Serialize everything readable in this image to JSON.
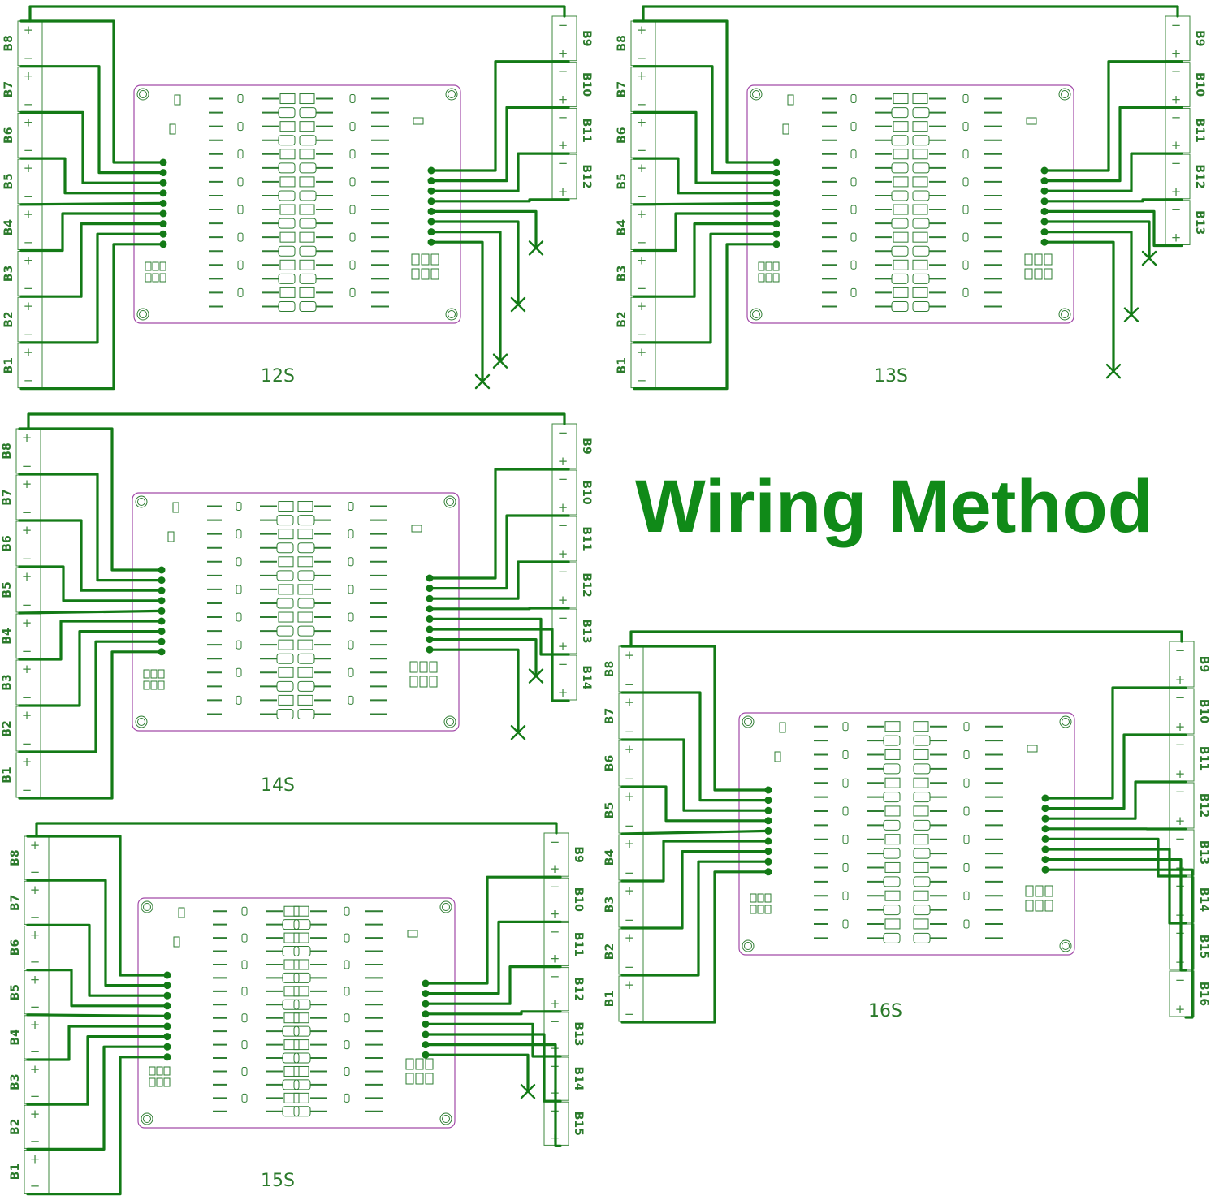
{
  "title": "Wiring Method",
  "colors": {
    "wire": "#137a16",
    "title": "#108a18",
    "board_outline": "#a24aa8",
    "cell_outline": "#3f8a3f",
    "label": "#2b7a2b"
  },
  "diagrams": [
    {
      "id": "12s",
      "label": "12S",
      "cells": 12,
      "left_cells": [
        "B8",
        "B7",
        "B6",
        "B5",
        "B4",
        "B3",
        "B2",
        "B1"
      ],
      "right_cells": [
        "B9",
        "B10",
        "B11",
        "B12"
      ],
      "unused_terminals": 4
    },
    {
      "id": "13s",
      "label": "13S",
      "cells": 13,
      "left_cells": [
        "B8",
        "B7",
        "B6",
        "B5",
        "B4",
        "B3",
        "B2",
        "B1"
      ],
      "right_cells": [
        "B9",
        "B10",
        "B11",
        "B12",
        "B13"
      ],
      "unused_terminals": 3
    },
    {
      "id": "14s",
      "label": "14S",
      "cells": 14,
      "left_cells": [
        "B8",
        "B7",
        "B6",
        "B5",
        "B4",
        "B3",
        "B2",
        "B1"
      ],
      "right_cells": [
        "B9",
        "B10",
        "B11",
        "B12",
        "B13",
        "B14"
      ],
      "unused_terminals": 2
    },
    {
      "id": "15s",
      "label": "15S",
      "cells": 15,
      "left_cells": [
        "B8",
        "B7",
        "B6",
        "B5",
        "B4",
        "B3",
        "B2",
        "B1"
      ],
      "right_cells": [
        "B9",
        "B10",
        "B11",
        "B12",
        "B13",
        "B14",
        "B15"
      ],
      "unused_terminals": 1
    },
    {
      "id": "16s",
      "label": "16S",
      "cells": 16,
      "left_cells": [
        "B8",
        "B7",
        "B6",
        "B5",
        "B4",
        "B3",
        "B2",
        "B1"
      ],
      "right_cells": [
        "B9",
        "B10",
        "B11",
        "B12",
        "B13",
        "B14",
        "B15",
        "B16"
      ],
      "unused_terminals": 0
    }
  ],
  "terminal_polarity": {
    "positive": "+",
    "negative": "−"
  }
}
